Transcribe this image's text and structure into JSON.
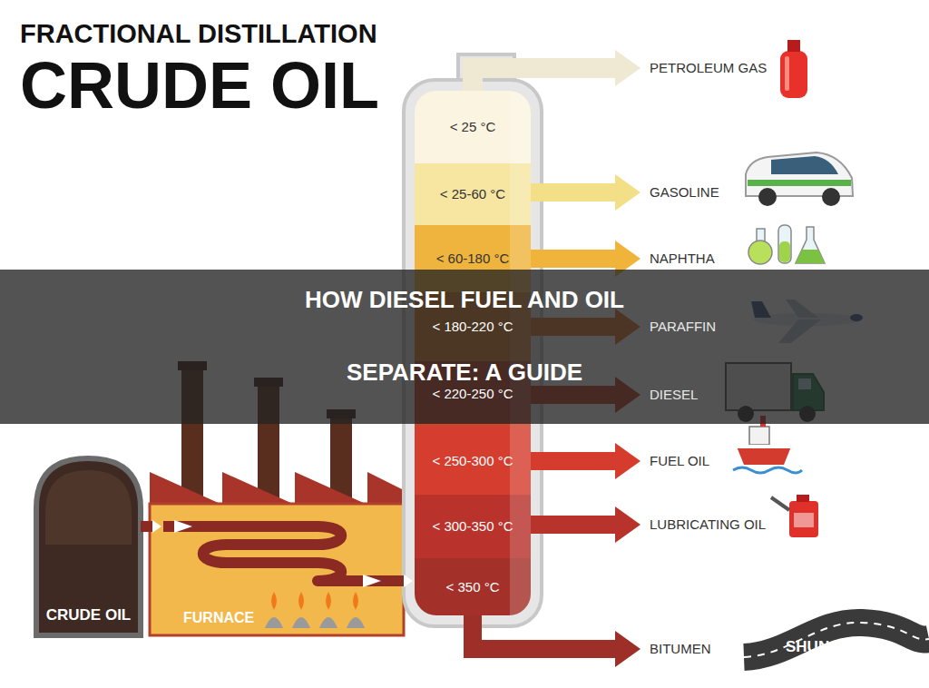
{
  "diagram": {
    "title": "FRACTIONAL DISTILLATION",
    "caption": "HOW DIESEL FUEL AND OIL SEPARATE: A GUIDE",
    "nodes": [
      {
        "text": [
          "< 25 °C"
        ]
      },
      {
        "text": [
          "PETROLEUM GAS"
        ]
      },
      {
        "text": [
          "< 25-60 °C"
        ]
      },
      {
        "text": [
          "GASOLINE"
        ]
      },
      {
        "text": [
          "< 60-180 °C"
        ]
      },
      {
        "text": [
          "NAPHTHA"
        ]
      },
      {
        "text": [
          "< 180-220 °C"
        ]
      },
      {
        "text": [
          "PARAFFIN"
        ]
      },
      {
        "text": [
          "< 220-250 °C"
        ]
      },
      {
        "text": [
          "DIESEL"
        ]
      },
      {
        "text": [
          "< 250-300 °C"
        ]
      },
      {
        "text": [
          "FUEL OIL"
        ]
      },
      {
        "text": [
          "< 300-350 °C"
        ]
      },
      {
        "text": [
          "LUBRICATING OIL"
        ]
      },
      {
        "text": [
          "< 350 °C"
        ]
      },
      {
        "text": [
          "BITUMEN"
        ]
      },
      {
        "text": [
          "CRUDE OIL"
        ]
      },
      {
        "text": [
          "FURNACE"
        ]
      }
    ],
    "edges": [
      {
        "from": 0,
        "to": 1,
        "arrow": "to"
      },
      {
        "from": 2,
        "to": 3,
        "arrow": "to"
      },
      {
        "from": 4,
        "to": 5,
        "arrow": "to"
      },
      {
        "from": 6,
        "to": 7,
        "arrow": "to"
      },
      {
        "from": 8,
        "to": 9,
        "arrow": "to"
      },
      {
        "from": 10,
        "to": 11,
        "arrow": "to"
      },
      {
        "from": 12,
        "to": 13,
        "arrow": "to"
      },
      {
        "from": 14,
        "to": 15,
        "arrow": "to"
      },
      {
        "from": 16,
        "to": 17,
        "arrow": "to"
      },
      {
        "from": 17,
        "to": 14,
        "arrow": "to"
      }
    ],
    "labels": [
      "CRUDE OIL",
      "SHUN FUEL"
    ]
  }
}
